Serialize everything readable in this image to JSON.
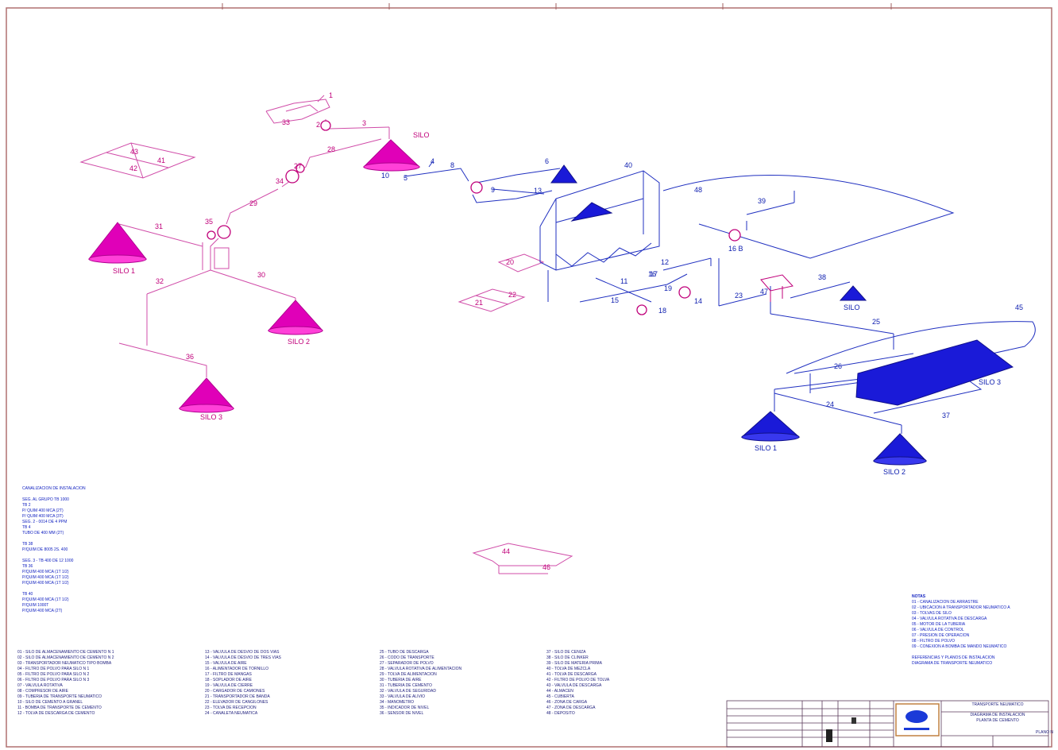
{
  "drawing": {
    "silo_labels": {
      "pink": [
        "SILO 1",
        "SILO 2",
        "SILO 3",
        "SILO"
      ],
      "blue": [
        "SILO",
        "SILO 1",
        "SILO 2",
        "SILO 3"
      ]
    },
    "line_numbers": [
      "1",
      "2",
      "3",
      "4",
      "5",
      "6",
      "8",
      "9",
      "10",
      "11",
      "12",
      "13",
      "14",
      "15",
      "16",
      "17",
      "18",
      "19",
      "20",
      "21",
      "22",
      "23",
      "24",
      "25",
      "26",
      "27",
      "28",
      "29",
      "30",
      "31",
      "32",
      "33",
      "34",
      "35",
      "36",
      "37",
      "38",
      "39",
      "40",
      "41",
      "42",
      "43",
      "44",
      "45",
      "46",
      "47",
      "48"
    ],
    "tags": {
      "t1": "1",
      "t2": "2",
      "t3": "3",
      "t4": "4",
      "t5": "5",
      "t6": "6",
      "t8": "8",
      "t9": "9",
      "t10": "10",
      "t11": "11",
      "t12": "12",
      "t13": "13",
      "t14": "14",
      "t15": "15",
      "t16": "16",
      "t17": "17",
      "t18": "18",
      "t19": "19",
      "t20": "20",
      "t21": "21",
      "t22": "22",
      "t23": "23",
      "t24": "24",
      "t25": "25",
      "t26": "26",
      "t27": "27",
      "t28": "28",
      "t29": "29",
      "t30": "30",
      "t31": "31",
      "t32": "32",
      "t33": "33",
      "t34": "34",
      "t35": "35",
      "t36": "36",
      "t37": "37",
      "t38": "38",
      "t39": "39",
      "t40": "40",
      "t41": "41",
      "t42": "42",
      "t43": "43",
      "t44": "44",
      "t45": "45",
      "t46": "46",
      "t47": "47",
      "t48": "48",
      "t16b": "16 B"
    }
  },
  "specs": [
    "CANALIZACION DE INSTALACION",
    "",
    "SEG. AL GRUPO TB 1000",
    "TB 2",
    "P/ QUIM 400 MCA (2T)",
    "P/ QUIM 400 MCA (3T)",
    "SEG. 2 - 0014 DE 4 PPM",
    "TB 4",
    "TUBO DE 400 MM (2T)",
    "",
    "TB 38",
    "P/QUIM DE 8005 2S. 400",
    "",
    "SEG. 3 - TB 400 DE 12 1000",
    "TB 36",
    "P/QUIM 400 MCA (1T 1/2)",
    "P/QUIM 400 MCA (1T 1/2)",
    "P/QUIM 400 MCA (1T 1/2)",
    "",
    "TB 40",
    "P/QUIM 400 MCA (1T 1/2)",
    "P/QUIM 1000T",
    "P/QUIM 400 MCA (2T)"
  ],
  "legend": {
    "title": "NOTAS",
    "items": [
      "01 - CANALIZACION DE ARRASTRE",
      "02 - UBICACION A TRANSPORTADOR NEUMATICO A",
      "03 - TOLVAS DE SILO",
      "04 - VALVULA ROTATIVA DE DESCARGA",
      "05 - MOTOR DE LA TUBERIA",
      "06 - VALVULA DE CONTROL",
      "07 - PRESION DE OPERACION",
      "08 - FILTRO DE POLVO",
      "09 - CONEXION A BOMBA DE MANDO NEUMATICO",
      "",
      "REFERENCIAS Y PLANOS DE INSTALACION",
      "DIAGRAMA DE TRANSPORTE NEUMATICO"
    ]
  },
  "equipment_lists": {
    "col1": [
      "01 - SILO DE ALMACENAMIENTO DE CEMENTO N 1",
      "02 - SILO DE ALMACENAMIENTO DE CEMENTO N 2",
      "03 - TRANSPORTADOR NEUMATICO TIPO BOMBA",
      "04 - FILTRO DE POLVO PARA SILO N 1",
      "05 - FILTRO DE POLVO PARA SILO N 2",
      "06 - FILTRO DE POLVO PARA SILO N 3",
      "07 - VALVULA ROTATIVA",
      "08 - COMPRESOR DE AIRE",
      "09 - TUBERIA DE TRANSPORTE NEUMATICO",
      "10 - SILO DE CEMENTO A GRANEL",
      "11 - BOMBA DE TRANSPORTE DE CEMENTO",
      "12 - TOLVA DE DESCARGA DE CEMENTO"
    ],
    "col2": [
      "13 - VALVULA DE DESVIO DE DOS VIAS",
      "14 - VALVULA DE DESVIO DE TRES VIAS",
      "15 - VALVULA DE AIRE",
      "16 - ALIMENTADOR DE TORNILLO",
      "17 - FILTRO DE MANGAS",
      "18 - SOPLADOR DE AIRE",
      "19 - VALVULA DE CIERRE",
      "20 - CARGADOR DE CAMIONES",
      "21 - TRANSPORTADOR DE BANDA",
      "22 - ELEVADOR DE CANGILONES",
      "23 - TOLVA DE RECEPCION",
      "24 - CANALETA NEUMATICA"
    ],
    "col3": [
      "25 - TUBO DE DESCARGA",
      "26 - CODO DE TRANSPORTE",
      "27 - SEPARADOR DE POLVO",
      "28 - VALVULA ROTATIVA DE ALIMENTACION",
      "29 - TOLVA DE ALIMENTACION",
      "30 - TUBERIA DE AIRE",
      "31 - TUBERIA DE CEMENTO",
      "32 - VALVULA DE SEGURIDAD",
      "33 - VALVULA DE ALIVIO",
      "34 - MANOMETRO",
      "35 - INDICADOR DE NIVEL",
      "36 - SENSOR DE NIVEL"
    ],
    "col4": [
      "37 - SILO DE CENIZA",
      "38 - SILO DE CLINKER",
      "39 - SILO DE MATERIA PRIMA",
      "40 - TOLVA DE MEZCLA",
      "41 - TOLVA DE DESCARGA",
      "42 - FILTRO DE POLVO DE TOLVA",
      "43 - VALVULA DE DESCARGA",
      "44 - ALMACEN",
      "45 - CUBIERTA",
      "46 - ZONA DE CARGA",
      "47 - ZONA DE DESCARGA",
      "48 - DEPOSITO"
    ]
  },
  "titleblock": {
    "company": "TRANSPORTE NEUMATICO",
    "title1": "DIAGRAMA DE INSTALACION",
    "title2": "PLANTA DE CEMENTO",
    "drawing_no": "PLANO N"
  },
  "colors": {
    "pink": "#e000b8",
    "pink_line": "#d04ca8",
    "blue": "#1a1ad8",
    "blue_line": "#2030c0",
    "dark": "#30305a",
    "border": "#b07070"
  }
}
